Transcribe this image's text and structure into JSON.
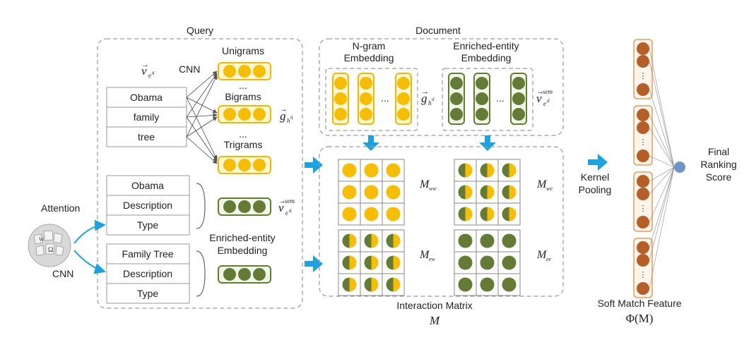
{
  "query": {
    "title": "Query",
    "words": [
      "Obama",
      "family",
      "tree"
    ],
    "cnn_label": "CNN",
    "vec_qe": "v",
    "vec_qe_sub": "e",
    "vec_qe_subsub": "q",
    "ngrams": [
      "Unigrams",
      "Bigrams",
      "Trigrams"
    ],
    "ellipsis": "...",
    "g_vec": "g",
    "g_sub": "h",
    "g_subsub": "q",
    "entity1": [
      "Obama",
      "Description",
      "Type"
    ],
    "entity2": [
      "Family Tree",
      "Description",
      "Type"
    ],
    "sem_vec": "v",
    "sem_sup": "sem",
    "sem_sub": "e",
    "sem_subsub": "q",
    "enriched_label_1": "Enriched-entity",
    "enriched_label_2": "Embedding"
  },
  "attention": {
    "label": "Attention",
    "cnn_label": "CNN"
  },
  "document": {
    "title": "Document",
    "ngram_label_1": "N-gram",
    "ngram_label_2": "Embedding",
    "entity_label_1": "Enriched-entity",
    "entity_label_2": "Embedding",
    "ellipsis": "...",
    "g_vec": "g",
    "g_sub": "h",
    "g_subsub": "d",
    "sem_vec": "v",
    "sem_sup": "sem",
    "sem_sub": "e",
    "sem_subsub": "d"
  },
  "interaction": {
    "title": "Interaction Matrix",
    "symbol": "M",
    "matrices": [
      {
        "main": "M",
        "sub": "ww"
      },
      {
        "main": "M",
        "sub": "we"
      },
      {
        "main": "M",
        "sub": "ew"
      },
      {
        "main": "M",
        "sub": "ee"
      }
    ]
  },
  "kernel": {
    "line1": "Kernel",
    "line2": "Pooling"
  },
  "soft_match": {
    "title": "Soft Match Feature",
    "symbol": "Φ(M)",
    "dots": "⋮"
  },
  "final": {
    "line1": "Final",
    "line2": "Ranking",
    "line3": "Score"
  },
  "colors": {
    "yellow": "#f7bd00",
    "green": "#637b34",
    "brown": "#b55f27",
    "arrow": "#1aa3e0",
    "node": "#6f95c8"
  }
}
